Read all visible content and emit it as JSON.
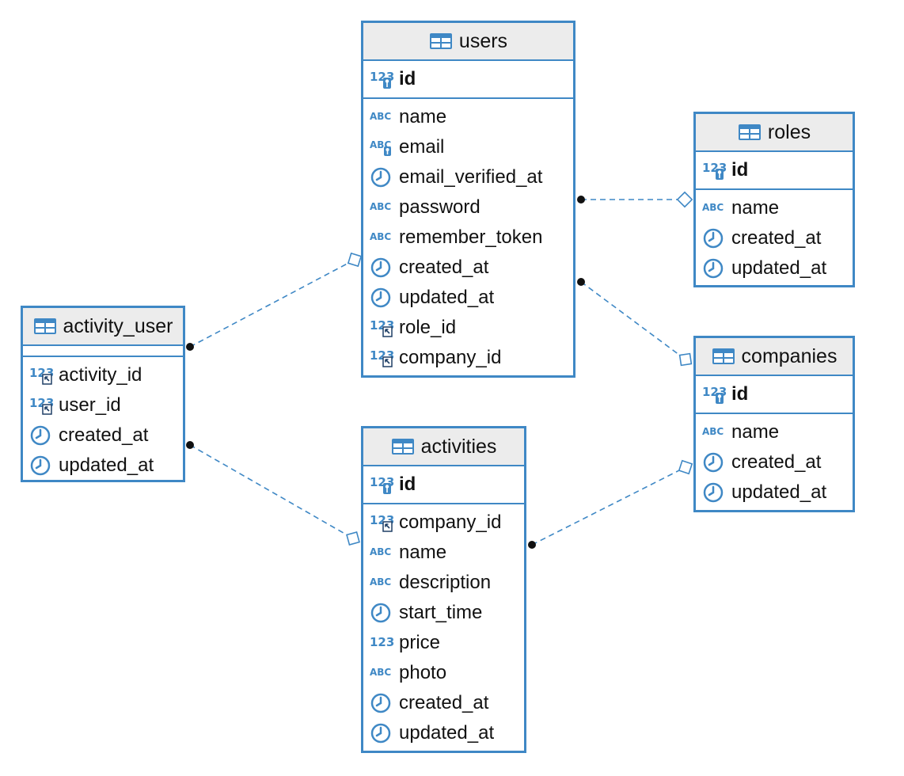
{
  "colors": {
    "border": "#3f88c5",
    "header_bg": "#ececec",
    "line": "#3f88c5"
  },
  "tables": {
    "users": {
      "name": "users",
      "pk": [
        {
          "name": "id",
          "type": "pk-number"
        }
      ],
      "columns": [
        {
          "name": "name",
          "type": "text"
        },
        {
          "name": "email",
          "type": "text-key"
        },
        {
          "name": "email_verified_at",
          "type": "time"
        },
        {
          "name": "password",
          "type": "text"
        },
        {
          "name": "remember_token",
          "type": "text"
        },
        {
          "name": "created_at",
          "type": "time"
        },
        {
          "name": "updated_at",
          "type": "time"
        },
        {
          "name": "role_id",
          "type": "fk-number"
        },
        {
          "name": "company_id",
          "type": "fk-number"
        }
      ]
    },
    "roles": {
      "name": "roles",
      "pk": [
        {
          "name": "id",
          "type": "pk-number"
        }
      ],
      "columns": [
        {
          "name": "name",
          "type": "text"
        },
        {
          "name": "created_at",
          "type": "time"
        },
        {
          "name": "updated_at",
          "type": "time"
        }
      ]
    },
    "activity_user": {
      "name": "activity_user",
      "pk": [],
      "columns": [
        {
          "name": "activity_id",
          "type": "fk-number"
        },
        {
          "name": "user_id",
          "type": "fk-number"
        },
        {
          "name": "created_at",
          "type": "time"
        },
        {
          "name": "updated_at",
          "type": "time"
        }
      ]
    },
    "companies": {
      "name": "companies",
      "pk": [
        {
          "name": "id",
          "type": "pk-number"
        }
      ],
      "columns": [
        {
          "name": "name",
          "type": "text"
        },
        {
          "name": "created_at",
          "type": "time"
        },
        {
          "name": "updated_at",
          "type": "time"
        }
      ]
    },
    "activities": {
      "name": "activities",
      "pk": [
        {
          "name": "id",
          "type": "pk-number"
        }
      ],
      "columns": [
        {
          "name": "company_id",
          "type": "fk-number"
        },
        {
          "name": "name",
          "type": "text"
        },
        {
          "name": "description",
          "type": "text"
        },
        {
          "name": "start_time",
          "type": "time"
        },
        {
          "name": "price",
          "type": "number"
        },
        {
          "name": "photo",
          "type": "text"
        },
        {
          "name": "created_at",
          "type": "time"
        },
        {
          "name": "updated_at",
          "type": "time"
        }
      ]
    }
  },
  "relations": [
    {
      "from": "users",
      "to": "roles"
    },
    {
      "from": "users",
      "to": "companies"
    },
    {
      "from": "activity_user",
      "to": "users"
    },
    {
      "from": "activity_user",
      "to": "activities"
    },
    {
      "from": "activities",
      "to": "companies"
    }
  ]
}
